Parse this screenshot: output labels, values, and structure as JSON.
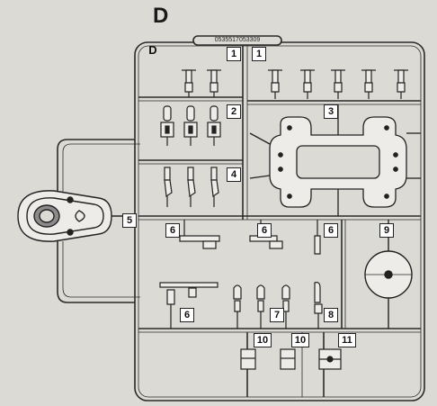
{
  "sprue": {
    "letter": "D",
    "code": "0535517053309",
    "frame_letter": "D",
    "part_numbers": {
      "p1a": "1",
      "p1b": "1",
      "p2": "2",
      "p3": "3",
      "p4": "4",
      "p5": "5",
      "p6a": "6",
      "p6b": "6",
      "p6c": "6",
      "p6d": "6",
      "p7": "7",
      "p8": "8",
      "p9": "9",
      "p10a": "10",
      "p10b": "10",
      "p11": "11"
    }
  }
}
